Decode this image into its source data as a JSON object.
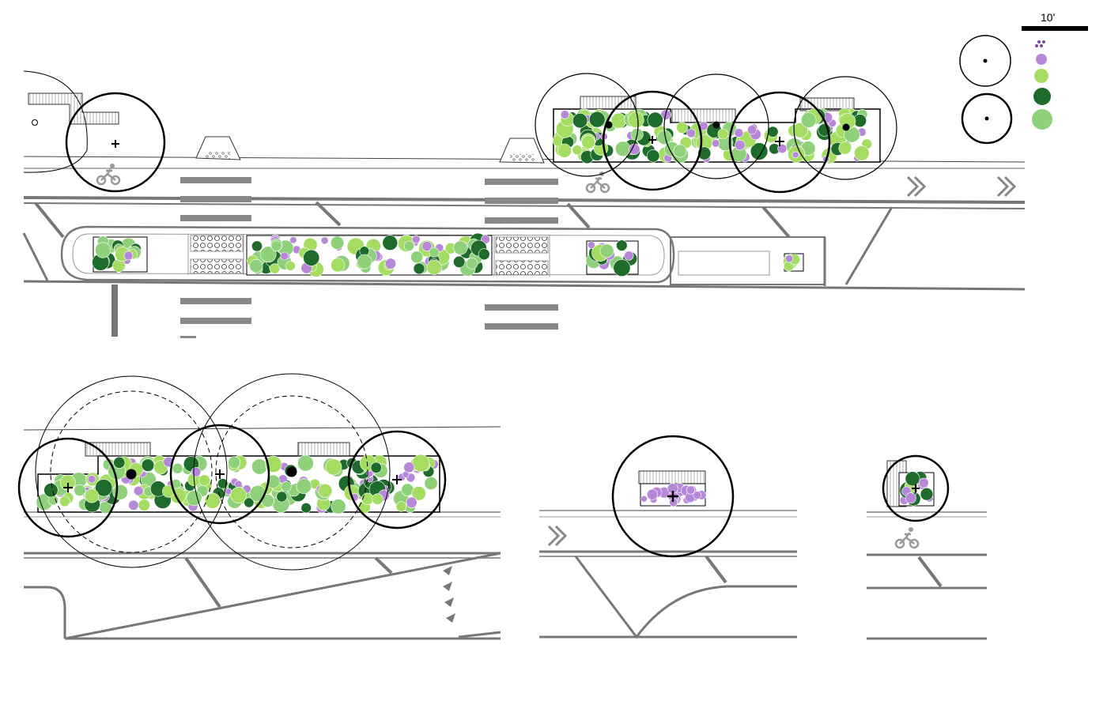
{
  "scale_bar": {
    "label": "10'"
  },
  "legend": {
    "items": [
      {
        "symbol": "tree-canopy-small-circle",
        "kind": "canopy"
      },
      {
        "symbol": "tree-canopy-large-circle",
        "kind": "canopy"
      },
      {
        "symbol": "small-purple-flower-cluster",
        "color": "#7b4aa6"
      },
      {
        "symbol": "purple-shrub",
        "color": "#b888d8"
      },
      {
        "symbol": "light-green-shrub",
        "color": "#a5dc62"
      },
      {
        "symbol": "dark-green-shrub",
        "color": "#1e6b2c"
      },
      {
        "symbol": "medium-green-shrub",
        "color": "#8fd07a"
      }
    ]
  },
  "colors": {
    "road_line": "#777777",
    "purple": "#b888d8",
    "light_green": "#a5dc62",
    "dark_green": "#1e6b2c",
    "medium_green": "#8fd07a",
    "outline": "#000000"
  },
  "icons": [
    "bike-symbol-icon",
    "chevron-arrow-icon",
    "crosswalk-icon",
    "bench-icon"
  ]
}
